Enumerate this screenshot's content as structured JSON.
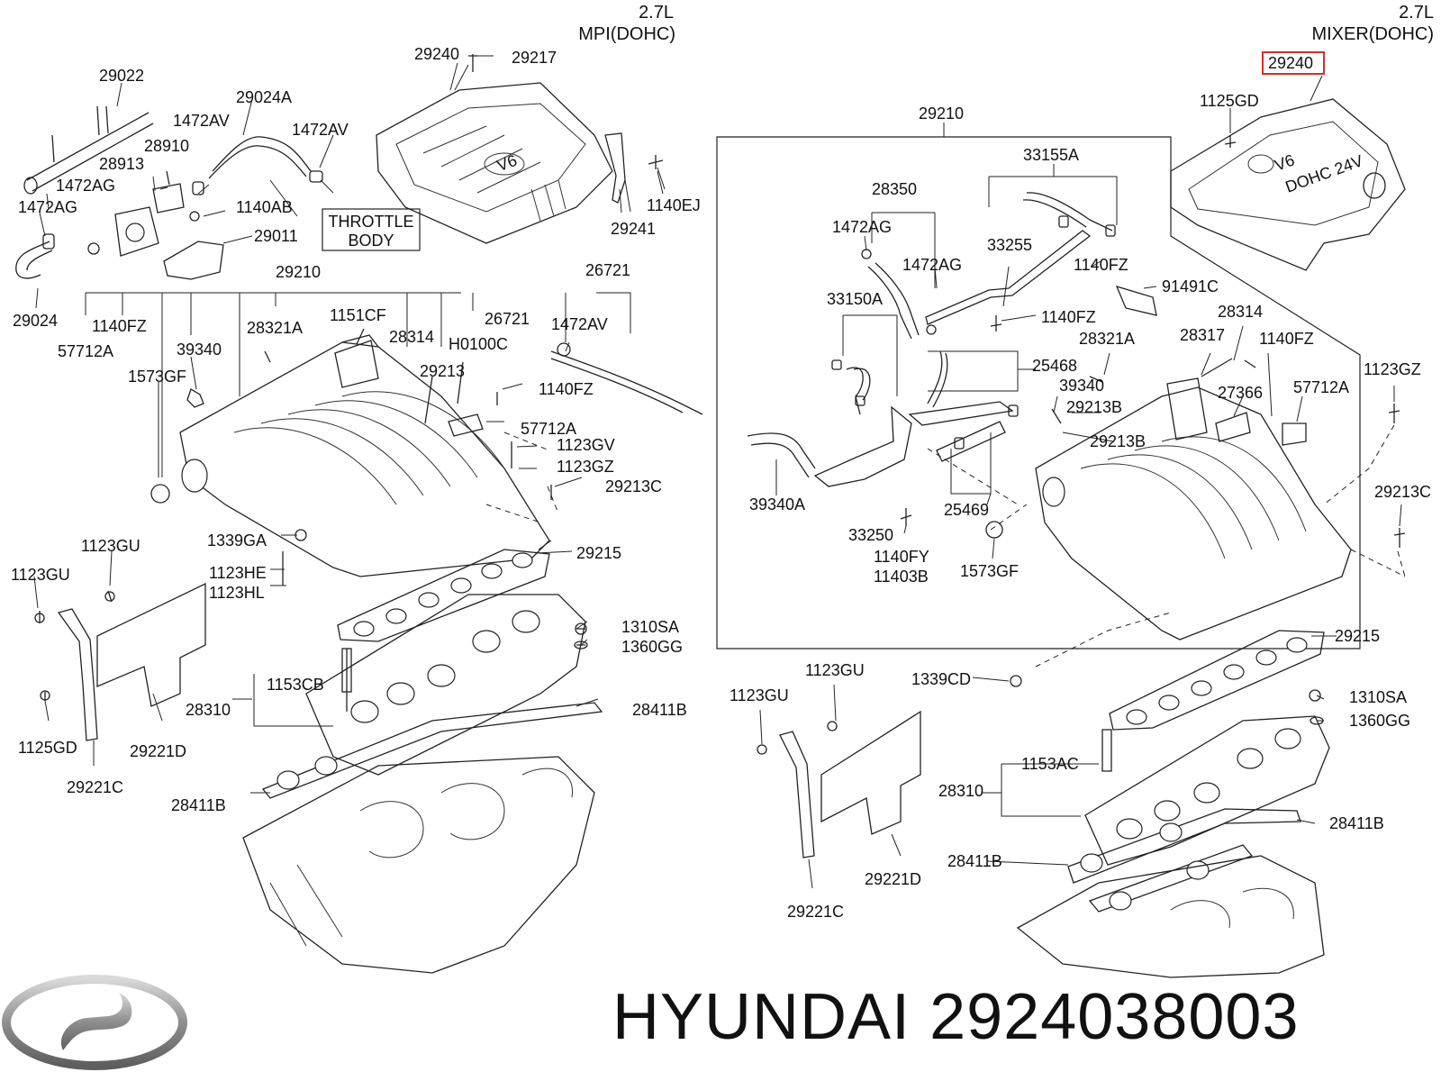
{
  "brand": "HYUNDAI",
  "part_number": "2924038003",
  "logo": {
    "icon": "hyundai-logo-icon",
    "color": "#9a9a9a"
  },
  "highlight_color": "#d0302a",
  "headers": {
    "mpi_displacement": "2.7L",
    "mpi_variant": "MPI(DOHC)",
    "mixer_displacement": "2.7L",
    "mixer_variant": "MIXER(DOHC)"
  },
  "throttle_body": {
    "line1": "THROTTLE",
    "line2": "BODY"
  },
  "left_labels": {
    "l29022": "29022",
    "l29024A": "29024A",
    "l1472AV_a": "1472AV",
    "l1472AV_b": "1472AV",
    "l28910": "28910",
    "l28913": "28913",
    "l1472AG_a": "1472AG",
    "l1472AG_b": "1472AG",
    "l1140AB": "1140AB",
    "l29011": "29011",
    "l29024": "29024",
    "l29240": "29240",
    "l29217": "29217",
    "l1140EJ": "1140EJ",
    "l29241": "29241",
    "l29210": "29210",
    "l1140FZ_a": "1140FZ",
    "l57712A_a": "57712A",
    "l39340": "39340",
    "l1573GF": "1573GF",
    "l28321A": "28321A",
    "l1151CF": "1151CF",
    "l28314": "28314",
    "lH0100C": "H0100C",
    "l26721_a": "26721",
    "l26721_b": "26721",
    "l1472AV_c": "1472AV",
    "l29213": "29213",
    "l1140FZ_b": "1140FZ",
    "l57712A_b": "57712A",
    "l1123GV": "1123GV",
    "l1123GZ": "1123GZ",
    "l29213C": "29213C",
    "l1339GA": "1339GA",
    "l29215": "29215",
    "l1123GU_a": "1123GU",
    "l1123GU_b": "1123GU",
    "l1123HE": "1123HE",
    "l1123HL": "1123HL",
    "l1310SA": "1310SA",
    "l1360GG": "1360GG",
    "l1153CB": "1153CB",
    "l28310": "28310",
    "l28411B_a": "28411B",
    "l28411B_b": "28411B",
    "l1125GD": "1125GD",
    "l29221D": "29221D",
    "l29221C": "29221C"
  },
  "right_labels": {
    "r29240": "29240",
    "r1125GD": "1125GD",
    "r29210": "29210",
    "r33155A": "33155A",
    "r28350": "28350",
    "r1472AG_a": "1472AG",
    "r33255": "33255",
    "r1472AG_b": "1472AG",
    "r1140FZ_a": "1140FZ",
    "r91491C": "91491C",
    "r33150A": "33150A",
    "r1140FZ_b": "1140FZ",
    "r28314": "28314",
    "r28317": "28317",
    "r1140FZ_c": "1140FZ",
    "r28321A": "28321A",
    "r25468": "25468",
    "r39340": "39340",
    "r29213B_a": "29213B",
    "r27366": "27366",
    "r57712A": "57712A",
    "r1123GZ": "1123GZ",
    "r29213B_b": "29213B",
    "r39340A": "39340A",
    "r29213C": "29213C",
    "r33250": "33250",
    "r25469": "25469",
    "r1140FY": "1140FY",
    "r11403B": "11403B",
    "r1573GF": "1573GF",
    "r29215": "29215",
    "r1123GU_a": "1123GU",
    "r1339CD": "1339CD",
    "r1123GU_b": "1123GU",
    "r1310SA": "1310SA",
    "r1360GG": "1360GG",
    "r1153AC": "1153AC",
    "r28310": "28310",
    "r28411B_a": "28411B",
    "r28411B_b": "28411B",
    "r29221D": "29221D",
    "r29221C": "29221C"
  }
}
